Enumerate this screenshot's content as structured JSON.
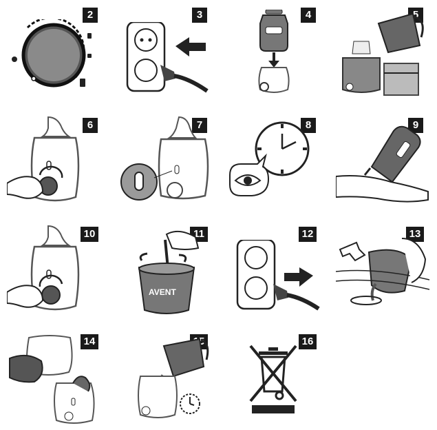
{
  "steps": [
    {
      "number": "2",
      "illustration": "temperature-dial"
    },
    {
      "number": "3",
      "illustration": "plug-into-socket"
    },
    {
      "number": "4",
      "illustration": "insert-bottle"
    },
    {
      "number": "5",
      "illustration": "pour-water-to-level"
    },
    {
      "number": "6",
      "illustration": "turn-knob-on"
    },
    {
      "number": "7",
      "illustration": "indicator-light"
    },
    {
      "number": "8",
      "illustration": "watch-clock"
    },
    {
      "number": "9",
      "illustration": "test-milk-temperature-on-wrist"
    },
    {
      "number": "10",
      "illustration": "turn-knob-off"
    },
    {
      "number": "11",
      "illustration": "descale-with-vinegar"
    },
    {
      "number": "12",
      "illustration": "unplug-from-socket"
    },
    {
      "number": "13",
      "illustration": "pour-out-water-into-sink"
    },
    {
      "number": "14",
      "illustration": "wipe-clean"
    },
    {
      "number": "15",
      "illustration": "rinse-with-water"
    },
    {
      "number": "16",
      "illustration": "weee-disposal-symbol"
    }
  ],
  "cup_label": "AVENT"
}
